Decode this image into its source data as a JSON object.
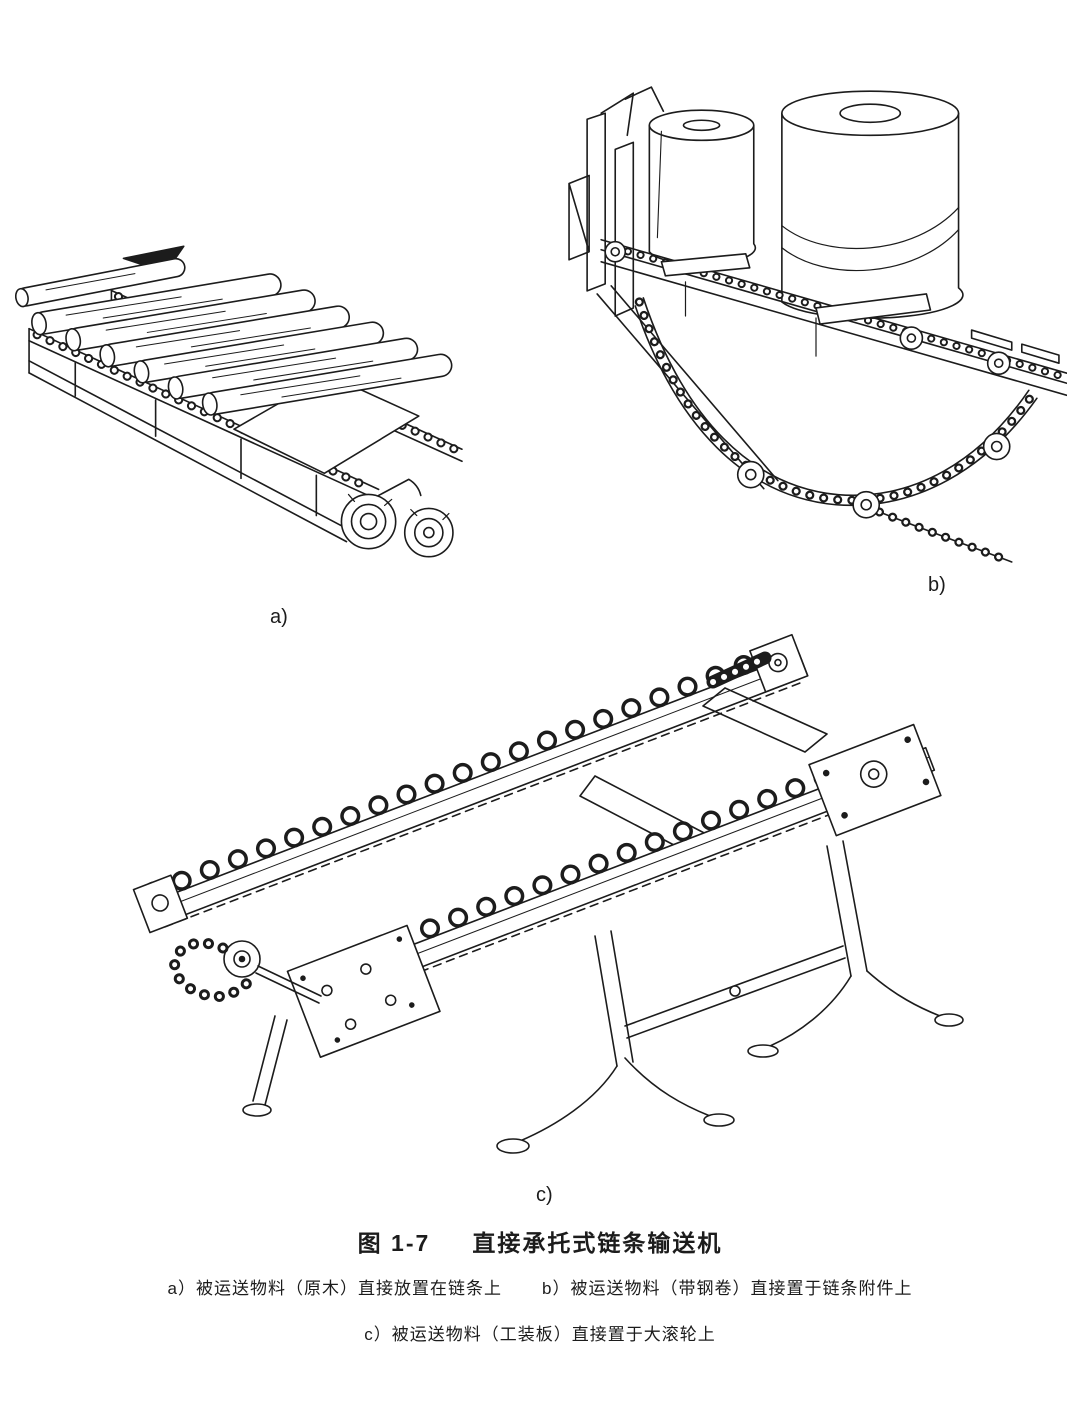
{
  "page": {
    "colors": {
      "paper": "#ffffff",
      "ink": "#1c1c1c"
    }
  },
  "figure": {
    "panel_labels": {
      "a": "a)",
      "b": "b)",
      "c": "c)"
    },
    "caption": {
      "number": "图 1-7",
      "title": "直接承托式链条输送机"
    },
    "subcaptions": {
      "a": "a）被运送物料（原木）直接放置在链条上",
      "b": "b）被运送物料（带钢卷）直接置于链条附件上",
      "c": "c）被运送物料（工装板）直接置于大滚轮上"
    },
    "illustrations": {
      "a": "log-chain-conveyor-drawing",
      "b": "steel-coil-chain-conveyor-drawing",
      "c": "large-roller-chain-conveyor-drawing"
    }
  }
}
